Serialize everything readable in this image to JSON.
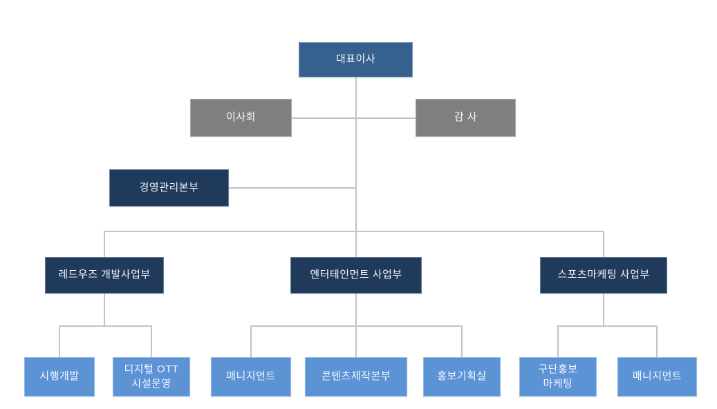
{
  "org_chart": {
    "ceo": {
      "label": "대표이사"
    },
    "board": {
      "label": "이사회"
    },
    "auditor": {
      "label": "감 사"
    },
    "management_hq": {
      "label": "경영관리본부"
    },
    "divisions": [
      {
        "label": "레드우즈 개발사업부"
      },
      {
        "label": "엔터테인먼트 사업부"
      },
      {
        "label": "스포츠마케팅 사업부"
      }
    ],
    "teams": [
      {
        "label": "시행개발"
      },
      {
        "label": "디지털 OTT\n시설운영"
      },
      {
        "label": "매니지먼트"
      },
      {
        "label": "콘텐츠제작본부"
      },
      {
        "label": "홍보기획실"
      },
      {
        "label": "구단홍보\n마케팅"
      },
      {
        "label": "매니지먼트"
      }
    ]
  },
  "colors": {
    "ceo_box": "#36618F",
    "secondary_box": "#7F7F7F",
    "division_box": "#1F3A5A",
    "team_box": "#5B93D5",
    "connector": "#C3C3C3",
    "box_text": "#F5F8FC",
    "background": "#FFFFFF"
  }
}
